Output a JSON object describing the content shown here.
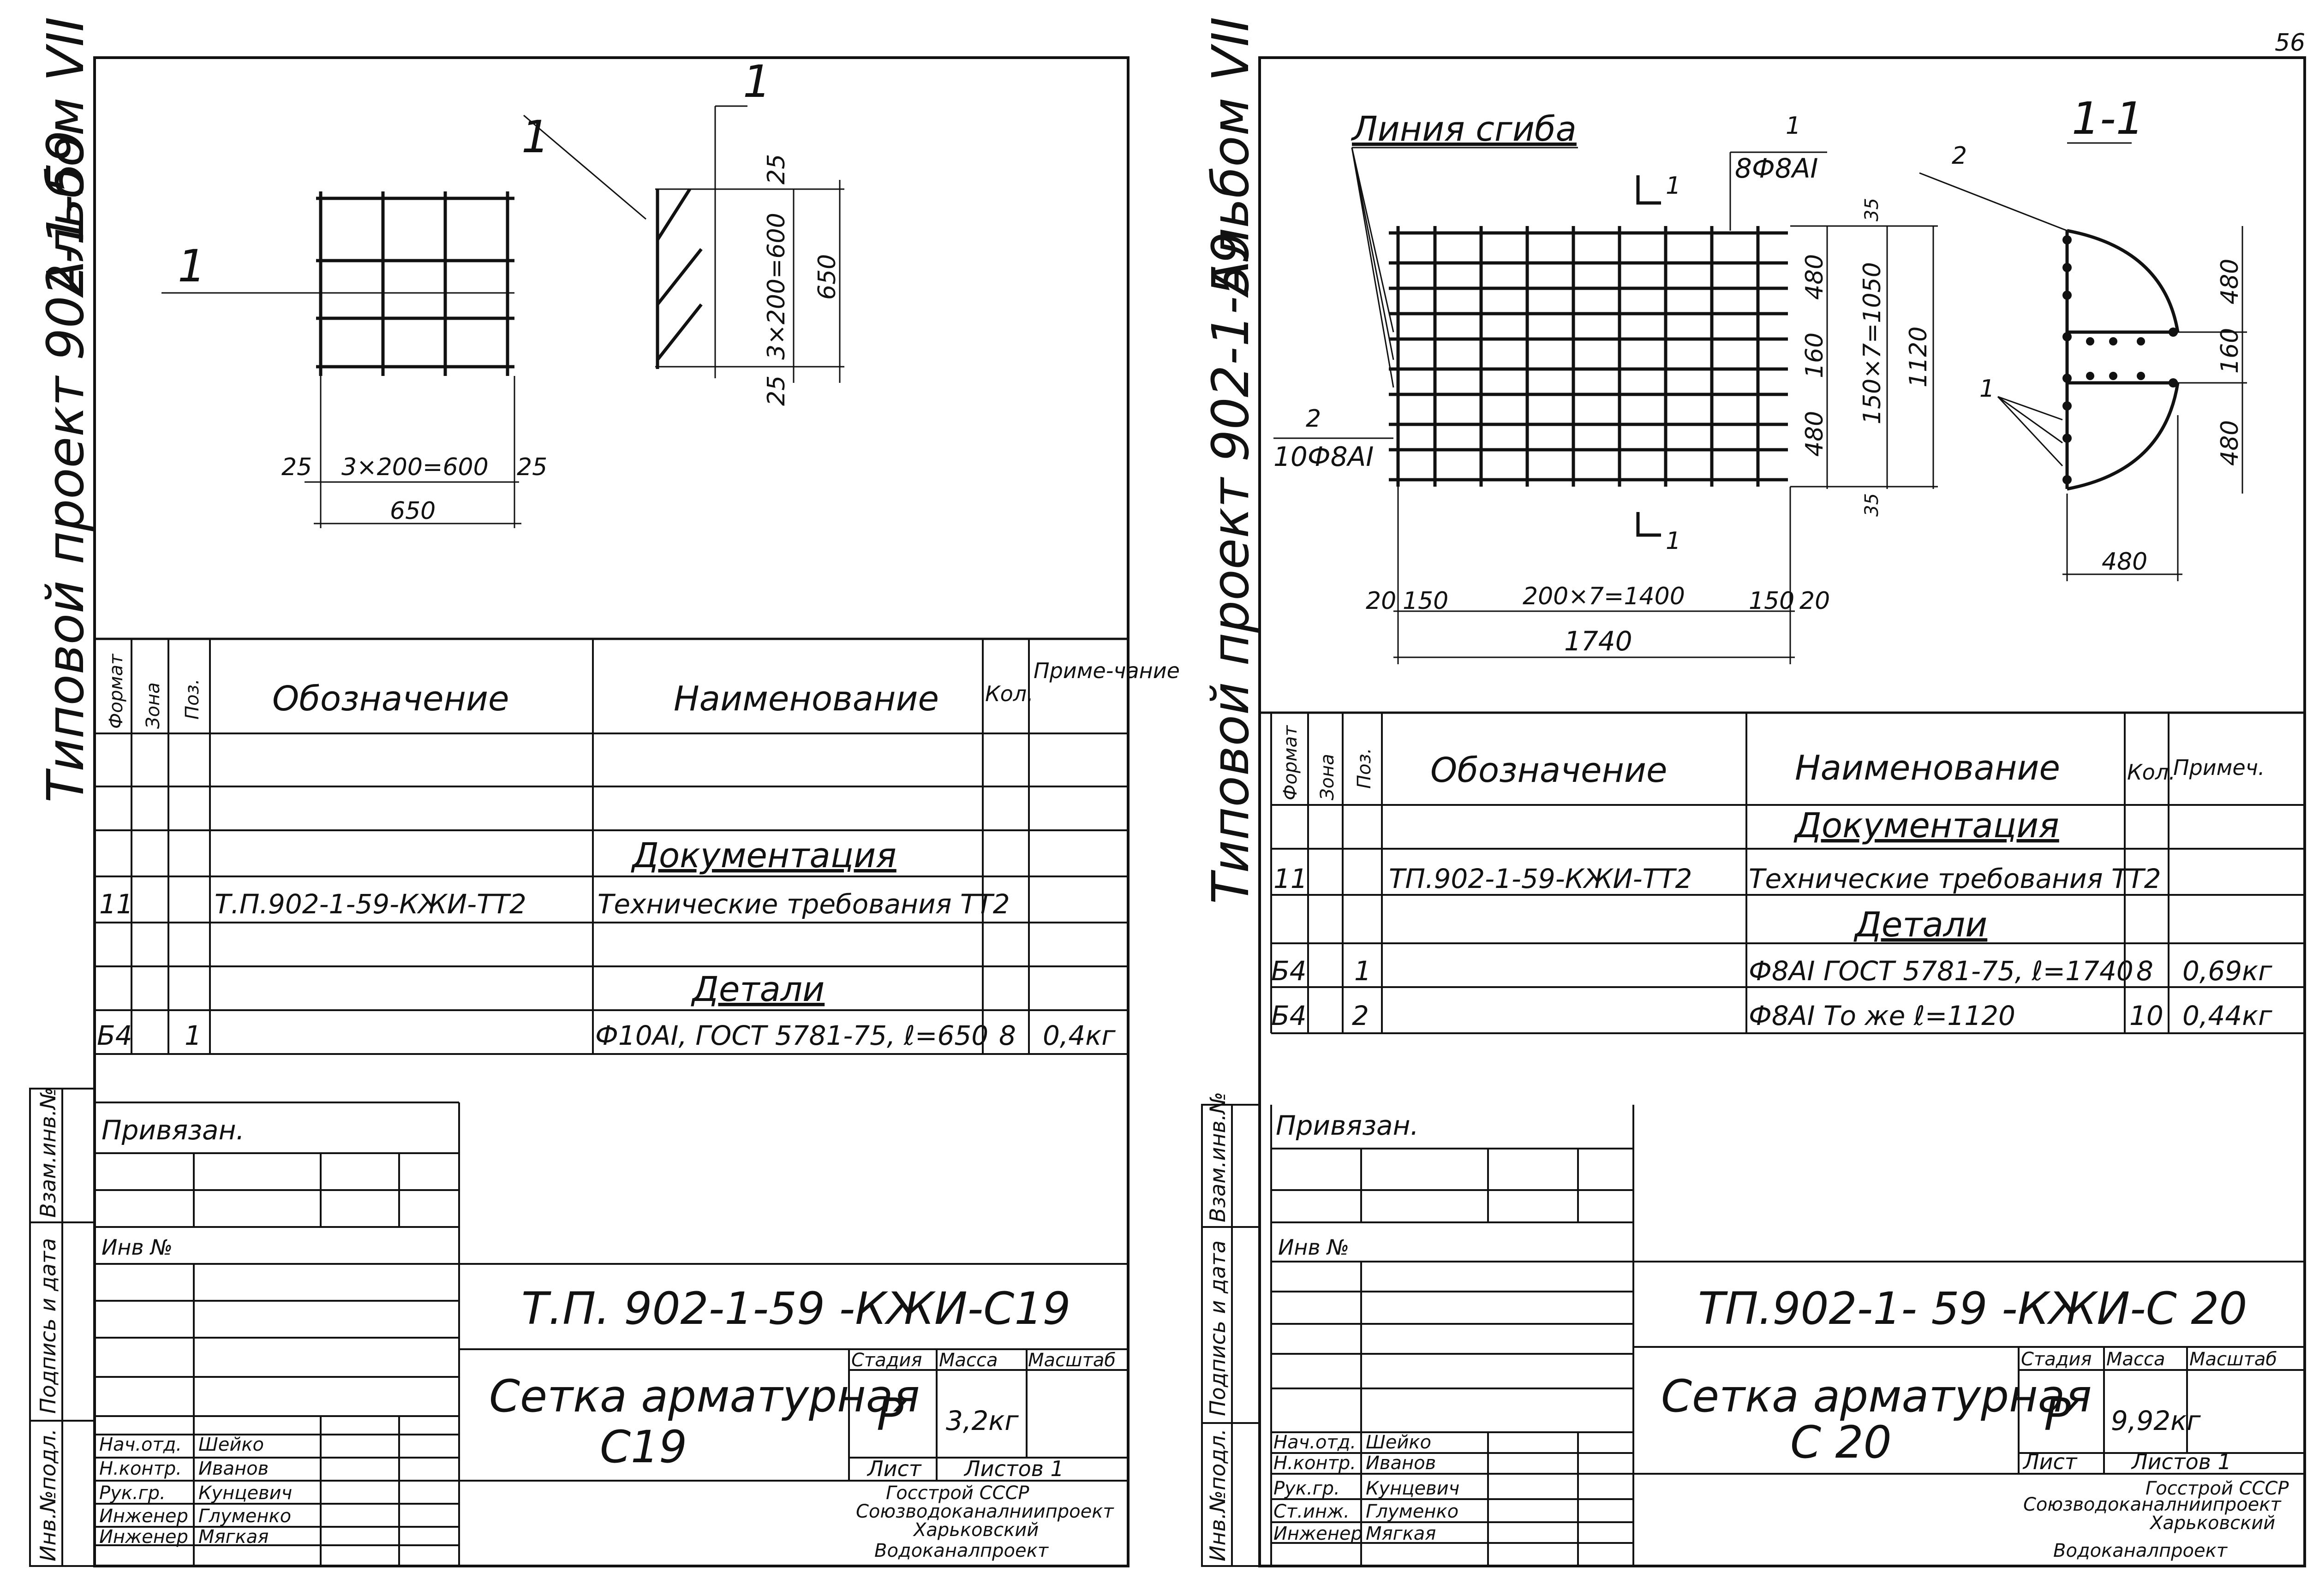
{
  "page_number": "56",
  "left_sheet": {
    "margin_title": {
      "album": "Альбом VII",
      "project": "Типовой проект 902-1-59"
    },
    "drawing": {
      "section_mark": "1",
      "callout": "1",
      "dims_bottom": {
        "edge_left": "25",
        "span": "3×200=600",
        "edge_right": "25",
        "total": "650"
      },
      "dims_side": {
        "top": "25",
        "span": "3×200=600",
        "bottom": "25",
        "total": "650"
      }
    },
    "spec": {
      "headers": {
        "format": "Формат",
        "zone": "Зона",
        "pos": "Поз.",
        "designation": "Обозначение",
        "name": "Наименование",
        "qty": "Кол.",
        "note": "Приме-чание"
      },
      "section_docs": "Документация",
      "doc_row": {
        "format": "11",
        "designation": "Т.П.902-1-59-КЖИ-ТТ2",
        "name": "Технические требования ТТ2"
      },
      "section_details": "Детали",
      "detail_rows": [
        {
          "format": "Б4",
          "pos": "1",
          "name": "Ф10АI, ГОСТ 5781-75, ℓ=650",
          "qty": "8",
          "note": "0,4кг"
        }
      ]
    },
    "side_stamp": {
      "inv_podl": "Инв.№подл.",
      "podpis": "Подпись и дата",
      "vzam": "Взам.инв.№"
    },
    "title_block": {
      "privyazan": "Привязан.",
      "inv_no": "Инв №",
      "code": "Т.П. 902-1-59 -КЖИ-С19",
      "title_line1": "Сетка арматурная",
      "title_line2": "С19",
      "stage_label": "Стадия",
      "mass_label": "Масса",
      "scale_label": "Масштаб",
      "stage": "Р",
      "mass": "3,2кг",
      "sheet_label": "Лист",
      "sheets_label": "Листов 1",
      "org1": "Госстрой СССР",
      "org2": "Союзводоканалниипроект",
      "org3": "Харьковский",
      "org4": "Водоканалпроект",
      "people": [
        {
          "role": "Нач.отд.",
          "name": "Шейко"
        },
        {
          "role": "Н.контр.",
          "name": "Иванов"
        },
        {
          "role": "Рук.гр.",
          "name": "Кунцевич"
        },
        {
          "role": "Инженер",
          "name": "Глуменко"
        },
        {
          "role": "Инженер",
          "name": "Мягкая"
        }
      ]
    }
  },
  "right_sheet": {
    "margin_title": {
      "album": "Альбом VII",
      "project": "Типовой проект 902-1-59"
    },
    "drawing": {
      "bend_line": "Линия сгиба",
      "pos1_num": "1",
      "pos1_spec": "8Ф8АI",
      "pos2_num": "2",
      "pos2_spec": "10Ф8АI",
      "section_mark": "1",
      "section_title": "1-1",
      "section_pos2": "2",
      "section_pos1": "1",
      "dims_bottom": {
        "a": "20",
        "b": "150",
        "span": "200×7=1400",
        "c": "150",
        "d": "20",
        "total": "1740"
      },
      "dims_side": {
        "top": "35",
        "d480a": "480",
        "d160": "160",
        "d480b": "480",
        "span": "150×7=1050",
        "total": "1120",
        "bottom": "35"
      },
      "section_dims": {
        "d480a": "480",
        "d160": "160",
        "d480b": "480",
        "width": "480"
      }
    },
    "spec": {
      "headers": {
        "format": "Формат",
        "zone": "Зона",
        "pos": "Поз.",
        "designation": "Обозначение",
        "name": "Наименование",
        "qty": "Кол.",
        "note": "Примеч."
      },
      "section_docs": "Документация",
      "doc_row": {
        "format": "11",
        "designation": "ТП.902-1-59-КЖИ-ТТ2",
        "name": "Технические требования ТТ2"
      },
      "section_details": "Детали",
      "detail_rows": [
        {
          "format": "Б4",
          "pos": "1",
          "name": "Ф8АI ГОСТ 5781-75, ℓ=1740",
          "qty": "8",
          "note": "0,69кг"
        },
        {
          "format": "Б4",
          "pos": "2",
          "name": "Ф8АI  То же   ℓ=1120",
          "qty": "10",
          "note": "0,44кг"
        }
      ]
    },
    "side_stamp": {
      "inv_podl": "Инв.№подл.",
      "podpis": "Подпись и дата",
      "vzam": "Взам.инв.№"
    },
    "title_block": {
      "privyazan": "Привязан.",
      "inv_no": "Инв №",
      "code": "ТП.902-1- 59 -КЖИ-С 20",
      "title_line1": "Сетка арматурная",
      "title_line2": "С 20",
      "stage_label": "Стадия",
      "mass_label": "Масса",
      "scale_label": "Масштаб",
      "stage": "Р",
      "mass": "9,92кг",
      "sheet_label": "Лист",
      "sheets_label": "Листов 1",
      "org1": "Госстрой СССР",
      "org2": "Союзводоканалниипроект",
      "org3": "Харьковский",
      "org4": "Водоканалпроект",
      "people": [
        {
          "role": "Нач.отд.",
          "name": "Шейко"
        },
        {
          "role": "Н.контр.",
          "name": "Иванов"
        },
        {
          "role": "Рук.гр.",
          "name": "Кунцевич"
        },
        {
          "role": "Ст.инж.",
          "name": "Глуменко"
        },
        {
          "role": "Инженер",
          "name": "Мягкая"
        }
      ]
    }
  }
}
